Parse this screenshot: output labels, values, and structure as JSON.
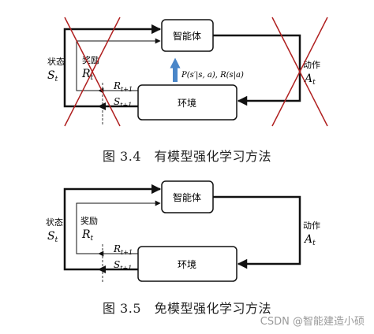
{
  "figure1": {
    "agent_label": "智能体",
    "env_label": "环境",
    "state_label": "状态",
    "state_symbol": "S",
    "state_sub": "t",
    "reward_label": "奖励",
    "reward_symbol": "R",
    "reward_sub": "t",
    "action_label": "动作",
    "action_symbol": "A",
    "action_sub": "t",
    "next_reward_symbol": "R",
    "next_reward_sub": "t+1",
    "next_state_symbol": "S",
    "next_state_sub": "t+1",
    "model_formula": "P(s′|s, a), R(s|a)",
    "caption": "图 3.4　有模型强化学习方法",
    "cross_color": "#b02020",
    "model_arrow_color": "#4a86c8"
  },
  "figure2": {
    "agent_label": "智能体",
    "env_label": "环境",
    "state_label": "状态",
    "state_symbol": "S",
    "state_sub": "t",
    "reward_label": "奖励",
    "reward_symbol": "R",
    "reward_sub": "t",
    "action_label": "动作",
    "action_symbol": "A",
    "action_sub": "t",
    "next_reward_symbol": "R",
    "next_reward_sub": "t+1",
    "next_state_symbol": "S",
    "next_state_sub": "t+1",
    "caption": "图 3.5　免模型强化学习方法"
  },
  "watermark": "CSDN @智能建造小硕"
}
